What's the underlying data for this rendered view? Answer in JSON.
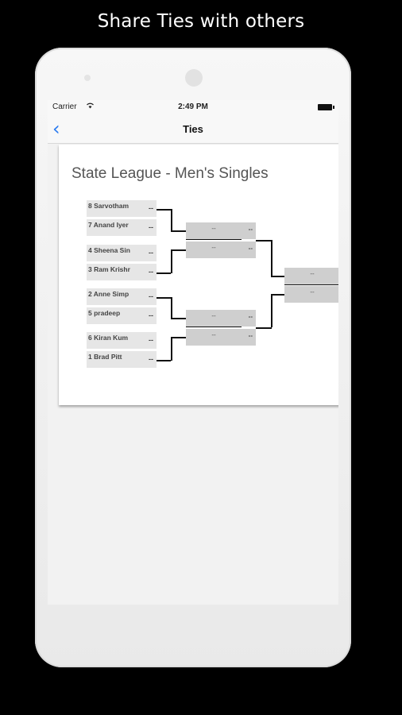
{
  "promo": {
    "title": "Share Ties with others"
  },
  "status_bar": {
    "carrier": "Carrier",
    "wifi_icon": "wifi-icon",
    "time": "2:49 PM",
    "battery_icon": "battery-icon"
  },
  "nav": {
    "back_icon": "chevron-left-icon",
    "back_glyph": "‹",
    "title": "Ties"
  },
  "tournament": {
    "title": "State League - Men's Singles",
    "round1": [
      {
        "name": "8 Sarvotham",
        "score": "--"
      },
      {
        "name": "7 Anand Iyer",
        "score": "--"
      },
      {
        "name": "4 Sheena Sin",
        "score": "--"
      },
      {
        "name": "3 Ram Krishr",
        "score": "--"
      },
      {
        "name": "2 Anne Simp",
        "score": "--"
      },
      {
        "name": "5 pradeep",
        "score": "--"
      },
      {
        "name": "6 Kiran Kum",
        "score": "--"
      },
      {
        "name": "1 Brad Pitt",
        "score": "--"
      }
    ],
    "round2": [
      {
        "name": "--",
        "score": "--"
      },
      {
        "name": "--",
        "score": "--"
      },
      {
        "name": "--",
        "score": "--"
      },
      {
        "name": "--",
        "score": "--"
      }
    ],
    "final": [
      {
        "name": "--"
      },
      {
        "name": "--"
      }
    ]
  }
}
